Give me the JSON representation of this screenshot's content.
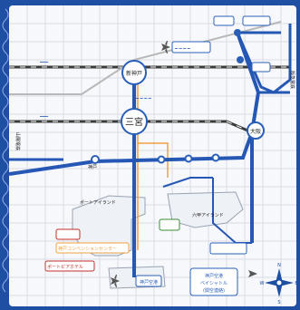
{
  "colors": {
    "frame": "#1f4fa3",
    "map_bg": "#f7f8fb",
    "grid": "#d9dde6",
    "rail_blue": "#2557b5",
    "rail_black": "#3a3a3a",
    "route_orange": "#f0a040",
    "route_grey": "#b8b8b8",
    "station_blue": "#2a5fb8",
    "station_white": "#ffffff",
    "label_red": "#c0322a",
    "label_green": "#3b8c3b"
  },
  "labels": {
    "sannomiya": "三宮",
    "shinkobe": "新神戸",
    "osaka": "大阪",
    "left_edge_label": "山陽電鉄",
    "right_edge_label": "阪急電鉄",
    "bottom_box_line1": "神戸空港",
    "bottom_box_line2": "ベイシャトル",
    "bottom_box_line3": "(関空連絡)",
    "kobe_airport": "神戸空港",
    "port_island": "ポートアイランド",
    "rokko_island": "六甲アイランド",
    "kobe_convention": "神戸コンベンションセンター",
    "port_liner": "ポートピアホテル",
    "kobe_station": "神戸",
    "compass_n": "N",
    "compass_s": "S",
    "compass_e": "E",
    "compass_w": "W"
  },
  "icons": {
    "airplane_top": "airplane-icon",
    "airplane_bottom": "airplane-icon",
    "compass": "compass-rose-icon"
  }
}
